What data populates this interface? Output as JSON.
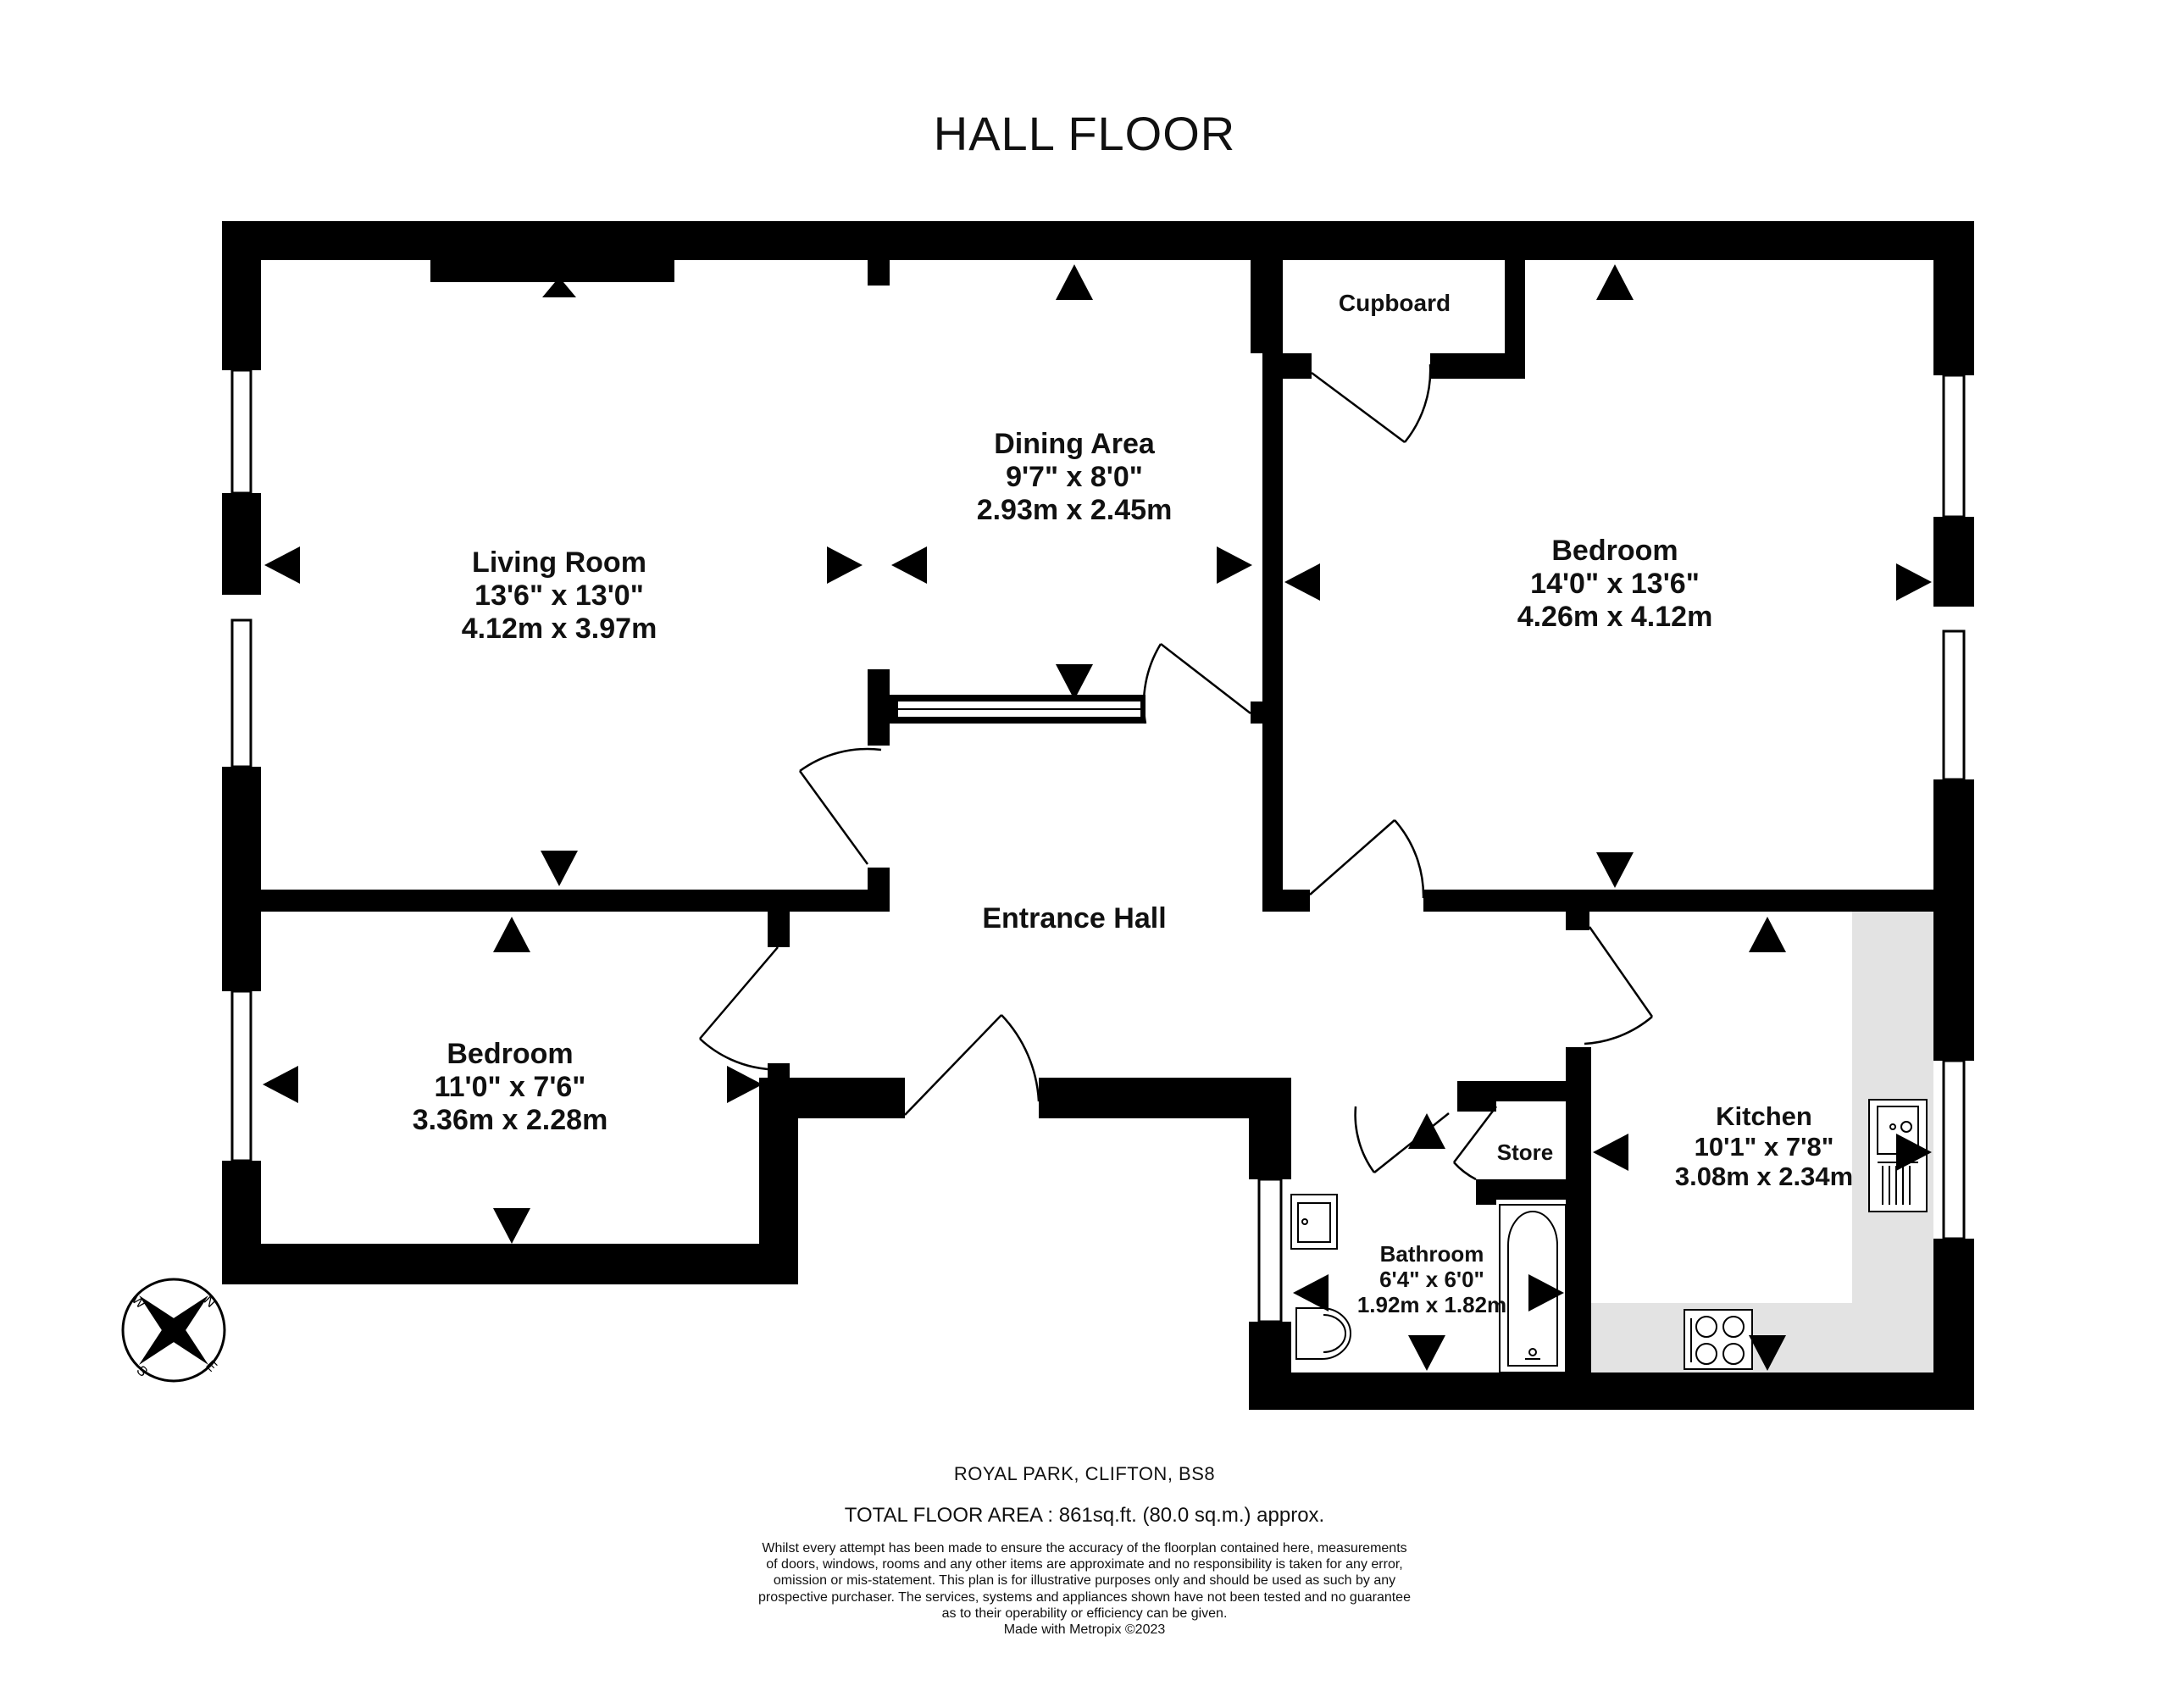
{
  "title": "HALL FLOOR",
  "rooms": {
    "living": {
      "name": "Living Room",
      "imperial": "13'6\"  x 13'0\"",
      "metric": "4.12m  x 3.97m"
    },
    "dining": {
      "name": "Dining Area",
      "imperial": "9'7\"  x 8'0\"",
      "metric": "2.93m  x 2.45m"
    },
    "bedroom_main": {
      "name": "Bedroom",
      "imperial": "14'0\"  x 13'6\"",
      "metric": "4.26m  x 4.12m"
    },
    "cupboard": {
      "name": "Cupboard"
    },
    "entrance_hall": {
      "name": "Entrance Hall"
    },
    "bedroom_small": {
      "name": "Bedroom",
      "imperial": "11'0\"  x 7'6\"",
      "metric": "3.36m  x 2.28m"
    },
    "store": {
      "name": "Store"
    },
    "bathroom": {
      "name": "Bathroom",
      "imperial": "6'4\"  x 6'0\"",
      "metric": "1.92m  x 1.82m"
    },
    "kitchen": {
      "name": "Kitchen",
      "imperial": "10'1\"  x 7'8\"",
      "metric": "3.08m  x 2.34m"
    }
  },
  "compass": {
    "n": "N",
    "e": "E",
    "s": "S",
    "w": "W"
  },
  "footer": {
    "address": "ROYAL PARK, CLIFTON, BS8",
    "total_area": "TOTAL FLOOR AREA : 861sq.ft. (80.0 sq.m.) approx.",
    "disclaimer": [
      "Whilst every attempt has been made to ensure the accuracy of the floorplan contained here, measurements",
      "of doors, windows, rooms and any other items are approximate and no responsibility is taken for any error,",
      "omission or mis-statement. This plan is for illustrative purposes only and should be used as such by any",
      "prospective purchaser. The services, systems and appliances shown have not been tested and no guarantee",
      "as to their operability or efficiency can be given.",
      "Made with Metropix ©2023"
    ]
  },
  "colors": {
    "wall": "#000000",
    "kitchen_counter": "#e3e3e3",
    "background": "#ffffff"
  }
}
